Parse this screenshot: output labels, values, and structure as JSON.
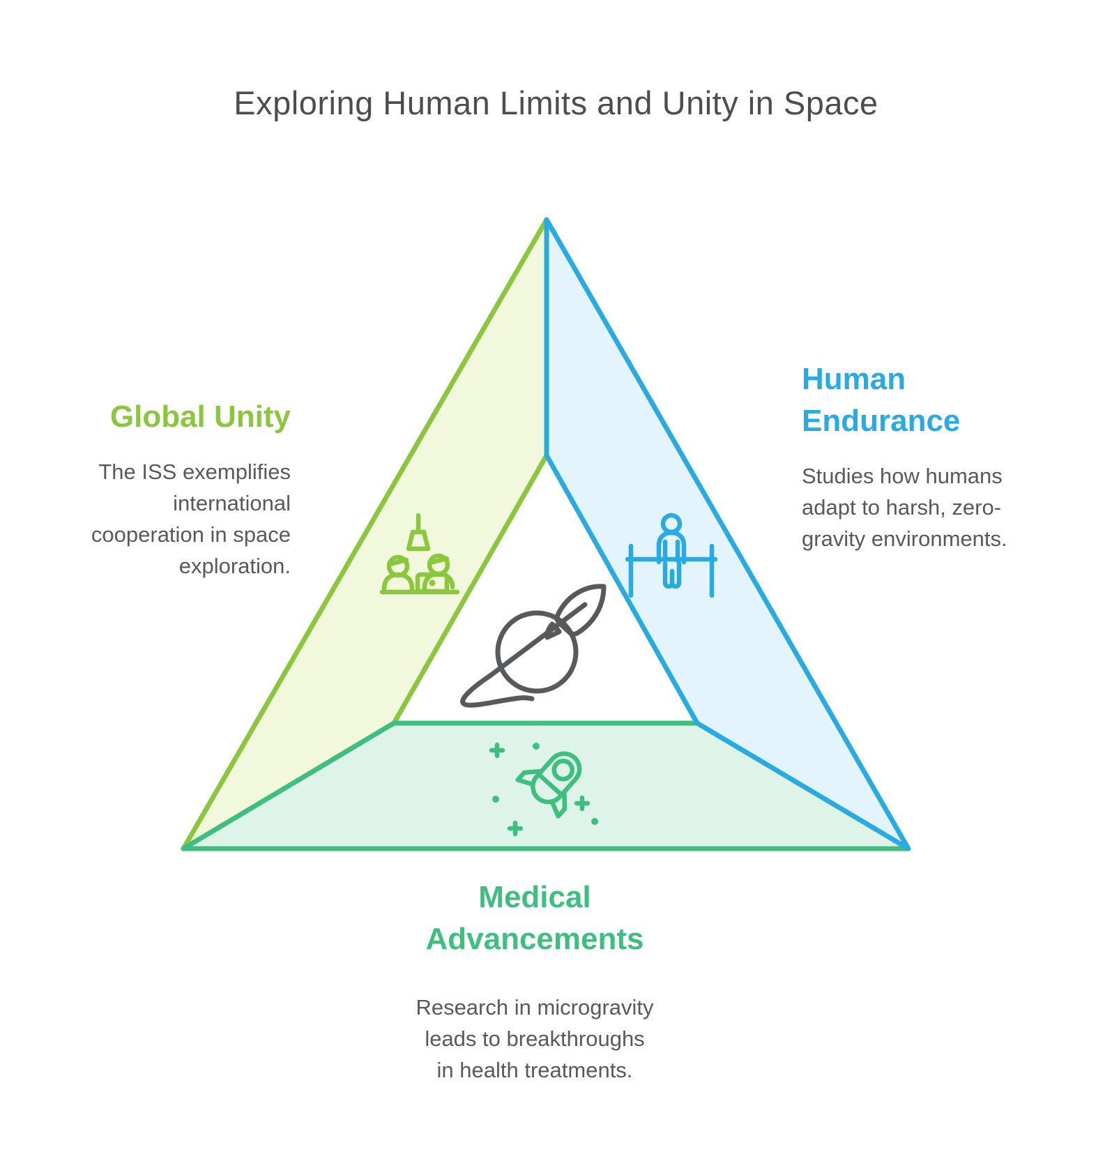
{
  "title": "Exploring Human Limits and Unity in Space",
  "colors": {
    "title_text": "#4d4d4d",
    "body_text": "#58595b",
    "green": "#8cc63f",
    "green_fill": "#f1f8db",
    "blue": "#29abe2",
    "blue_fill": "#e4f4fc",
    "teal": "#3ebe7f",
    "teal_fill": "#dff4e9",
    "planet_icon": "#58595b"
  },
  "sections": {
    "global_unity": {
      "heading": "Global Unity",
      "body": "The ISS exemplifies\ninternational\ncooperation in space\nexploration.",
      "icon": "team-meeting-icon"
    },
    "human_endurance": {
      "heading": "Human\nEndurance",
      "body": "Studies how humans\nadapt to harsh, zero-\ngravity environments.",
      "icon": "parallel-bars-person-icon"
    },
    "medical_advancements": {
      "heading": "Medical\nAdvancements",
      "body": "Research in microgravity\nleads to breakthroughs\nin health treatments.",
      "icon": "rocket-sparkles-icon"
    }
  },
  "center_icon": "planet-rocket-icon"
}
